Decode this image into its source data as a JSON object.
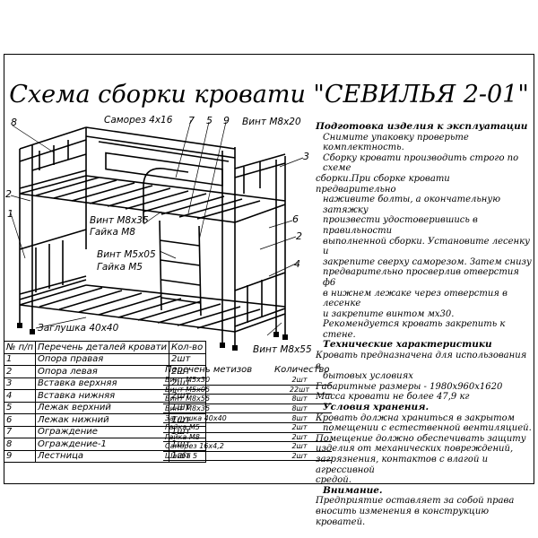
{
  "title": "Схема сборки кровати \"СЕВИЛЬЯ 2-01\"",
  "diagram_labels": {
    "n8": "8",
    "n7": "7",
    "n5": "5",
    "n9": "9",
    "n3": "3",
    "n2a": "2",
    "n1": "1",
    "n6": "6",
    "n2b": "2",
    "n4": "4",
    "samorez": "Саморез 4x16",
    "vint_m8x20": "Винт М8x20",
    "vint_m8x35": "Винт М8x35",
    "gaika_m8": "Гайка М8",
    "vint_m5x05": "Винт М5x05",
    "gaika_m5": "Гайка М5",
    "zaglushka": "Заглушка 40x40",
    "vint_m8x55": "Винт М8x55"
  },
  "notes": {
    "prep_title": "Подготовка изделия к эксплуатации",
    "prep_1": "Снимите упаковку проверьте комплектность.",
    "prep_2": "Сборку кровати производить строго по схеме",
    "prep_3": "сборки.При сборке кровати  предварительно",
    "prep_4": "наживите  болты, а окончательную затяжку",
    "prep_5": "произвести удостоверившись в правильности",
    "prep_6": "выполненной сборки. Установите лесенку и",
    "prep_7": "закрепите сверху саморезом. Затем снизу",
    "prep_8": "предварительно просверлив отверстия ф6",
    "prep_9": "в нижнем лежаке через отверстия в лесенке",
    "prep_10": "и закрепите винтом мх30.",
    "prep_11": "Рекомендуется кровать закрепить к стене.",
    "tech_title": "Технические характеристики",
    "tech_1": "Кровать предназначена для использования в",
    "tech_2": "бытовых условиях",
    "tech_3": "Габаритные размеры - 1980x960x1620",
    "tech_4": "Масса кровати не более 47,9 кг",
    "store_title": "Условия хранения.",
    "store_1": "Кровать должна храниться в закрытом",
    "store_2": "помещении с естественной вентиляцией.",
    "store_3": "Помещение должно обеспечивать защиту",
    "store_4": "изделия от механических повреждений,",
    "store_5": "загрязнения, контактов с влагой и агрессивной",
    "store_6": "средой.",
    "attn_title": "Внимание.",
    "attn_1": "Предприятие оставляет за собой права",
    "attn_2": "вносить изменения в конструкцию кроватей."
  },
  "parts_table": {
    "headers": [
      "№ п/п",
      "Перечень деталей кровати",
      "Кол-во"
    ],
    "rows": [
      [
        "1",
        "Опора правая",
        "2шт"
      ],
      [
        "2",
        "Опора левая",
        "2шт"
      ],
      [
        "3",
        "Вставка верхняя",
        "2шт"
      ],
      [
        "4",
        "Вставка нижняя",
        "2шт"
      ],
      [
        "5",
        "Лежак верхний",
        "1шт"
      ],
      [
        "6",
        "Лежак нижний",
        "1шт"
      ],
      [
        "7",
        "Ограждение",
        "1шт"
      ],
      [
        "8",
        "Ограждение-1",
        "1шт"
      ],
      [
        "9",
        "Лестница",
        "1шт"
      ]
    ]
  },
  "fasteners_table": {
    "headers": [
      "Перечень метизов",
      "Количество"
    ],
    "rows": [
      [
        "Винт М5x30",
        "2шт"
      ],
      [
        "Винт М5x05",
        "22шт"
      ],
      [
        "Винт М8x55",
        "8шт"
      ],
      [
        "Винт М8x35",
        "8шт"
      ],
      [
        "Заглушка 40x40",
        "8шт"
      ],
      [
        "Гайка М5",
        "2шт"
      ],
      [
        "Гайка М8",
        "2шт"
      ],
      [
        "Саморез 16x4,2",
        "2шт"
      ],
      [
        "Шайба 5",
        "2шт"
      ]
    ]
  }
}
